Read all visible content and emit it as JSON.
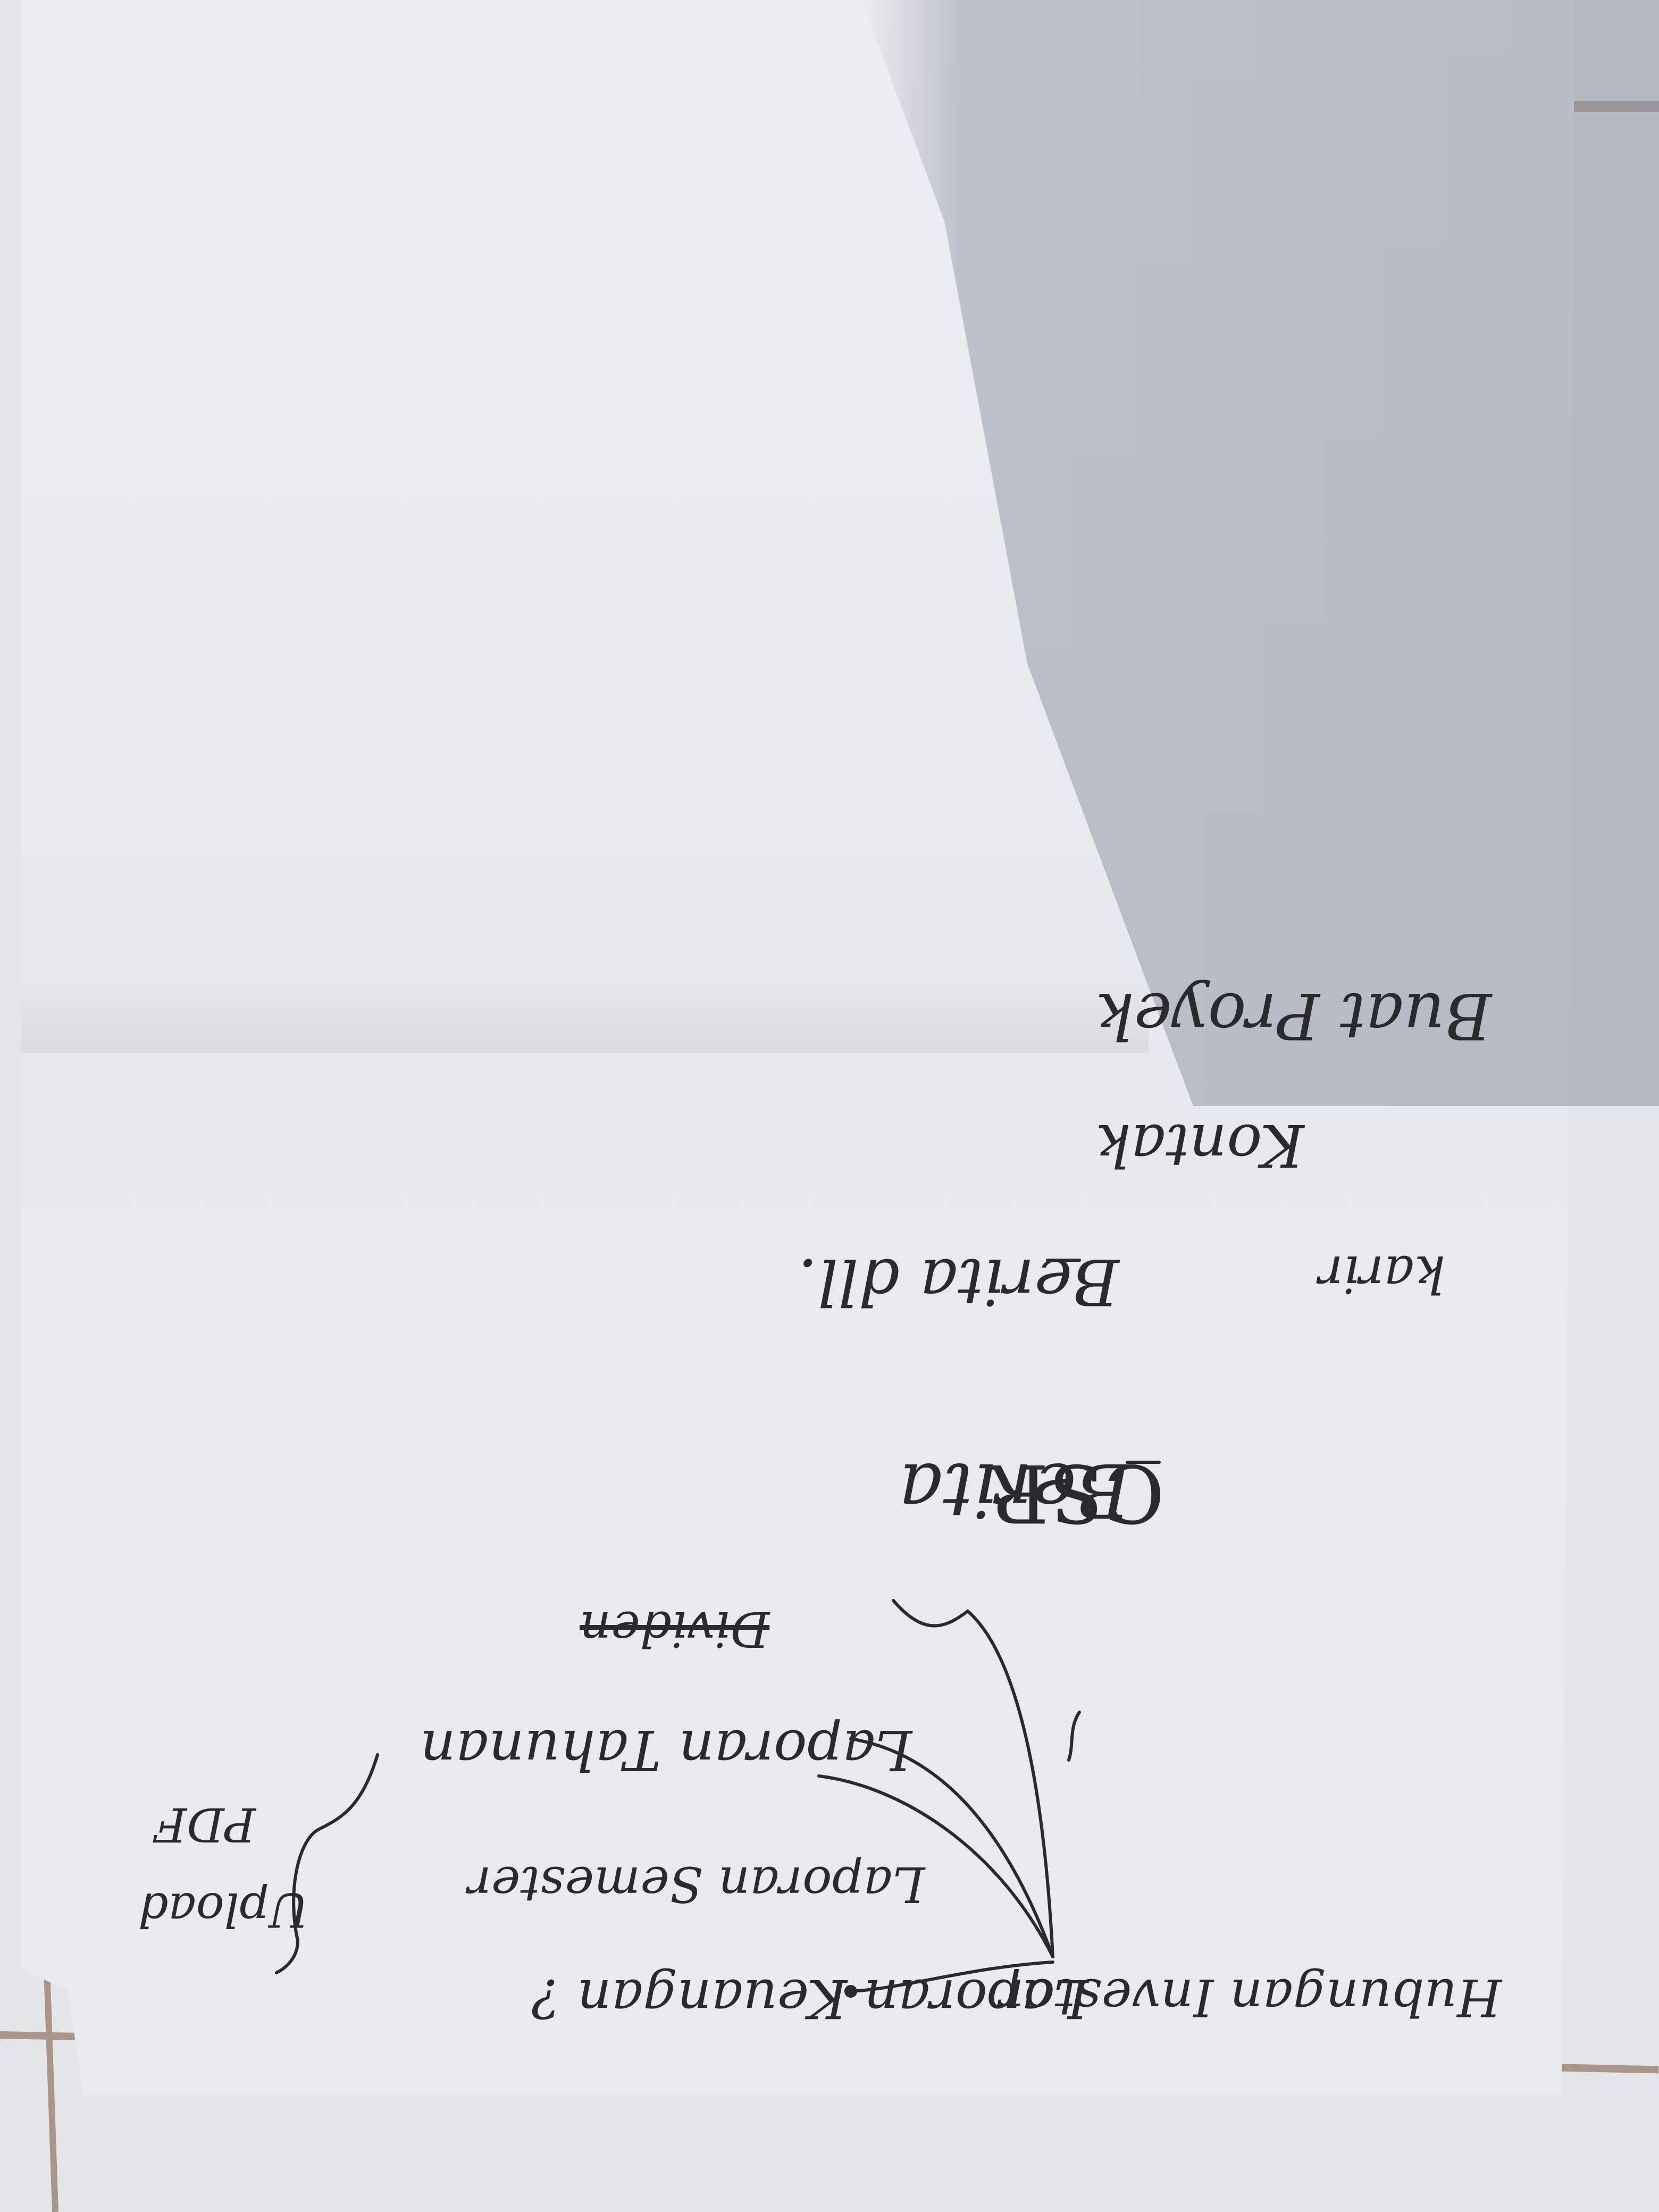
{
  "note": {
    "orientation_deg": 180,
    "lines": {
      "hubungan_investor": "Hubungan Investor",
      "laporan_keuangan": "Laporan Keuangan ?",
      "laporan_semester": "Laporan Semester",
      "laporan_tahunan": "Laporan Tahunan",
      "crossed_word": "Dividen",
      "upload_pdf": [
        "Upload",
        "PDF"
      ],
      "csr": "CSR",
      "berita": "Berita",
      "karir": "karir",
      "berita_dll": "Berita dll.",
      "kontak": "Kontak",
      "buat_proyek": "Buat Proyek"
    }
  },
  "colors": {
    "ink": "#2a2a2c",
    "paper": "#e9ebee",
    "grout": "#a9958a"
  }
}
